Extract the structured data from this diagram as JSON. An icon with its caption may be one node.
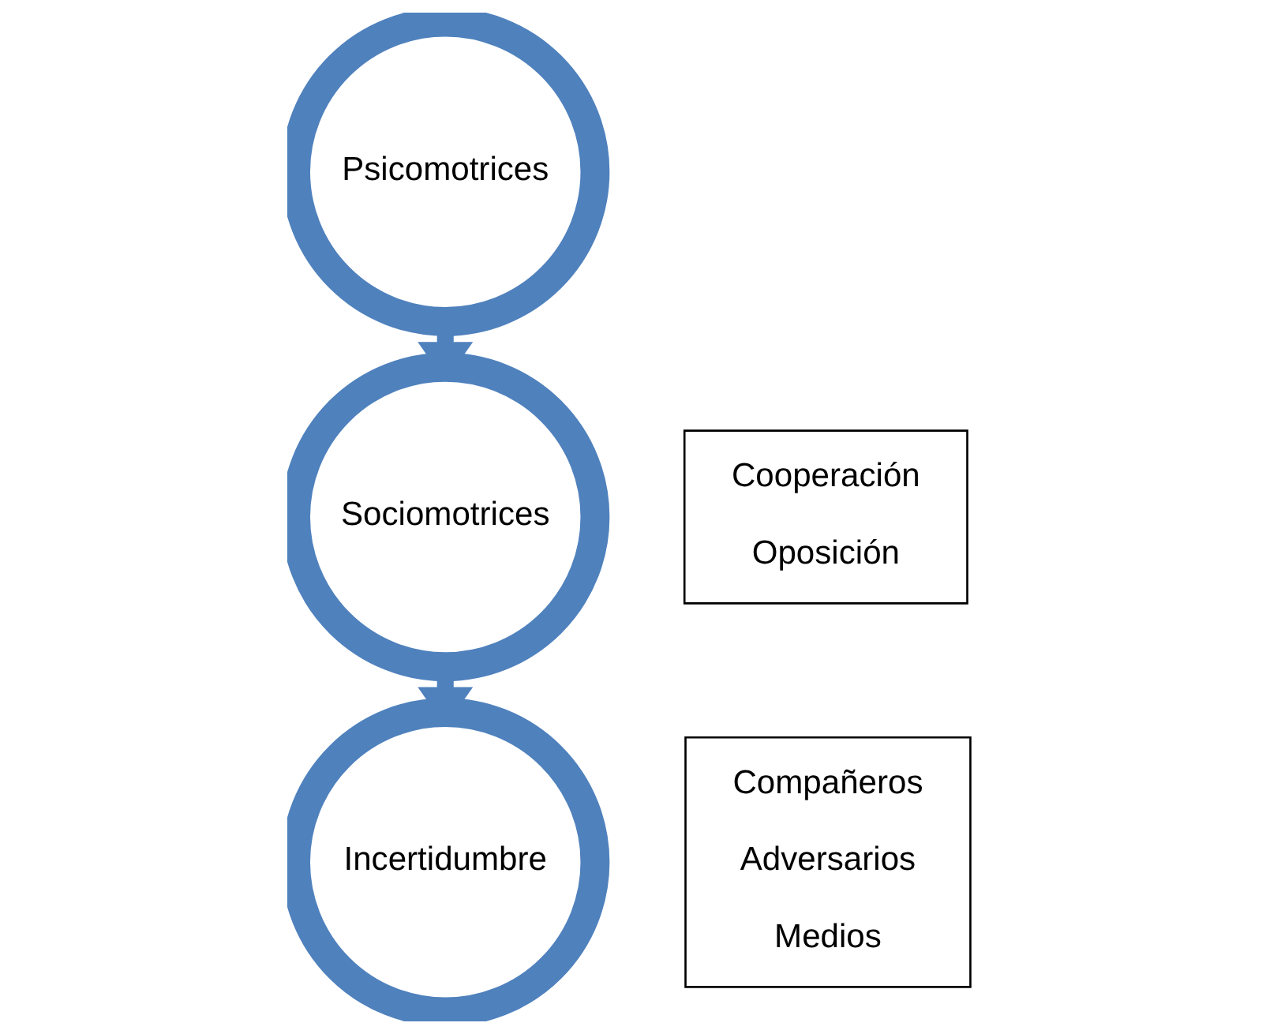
{
  "diagram": {
    "nodes": [
      {
        "text": [
          "Psicomotrices"
        ]
      },
      {
        "text": [
          "Sociomotrices"
        ]
      },
      {
        "text": [
          "Incertidumbre"
        ]
      },
      {
        "text": [
          "Cooperación",
          "Oposición"
        ]
      },
      {
        "text": [
          "Compañeros",
          "Adversarios",
          "Medios"
        ]
      }
    ],
    "edges": [
      {
        "from": 0,
        "to": 1,
        "arrow": "to"
      },
      {
        "from": 1,
        "to": 2,
        "arrow": "to"
      }
    ]
  }
}
